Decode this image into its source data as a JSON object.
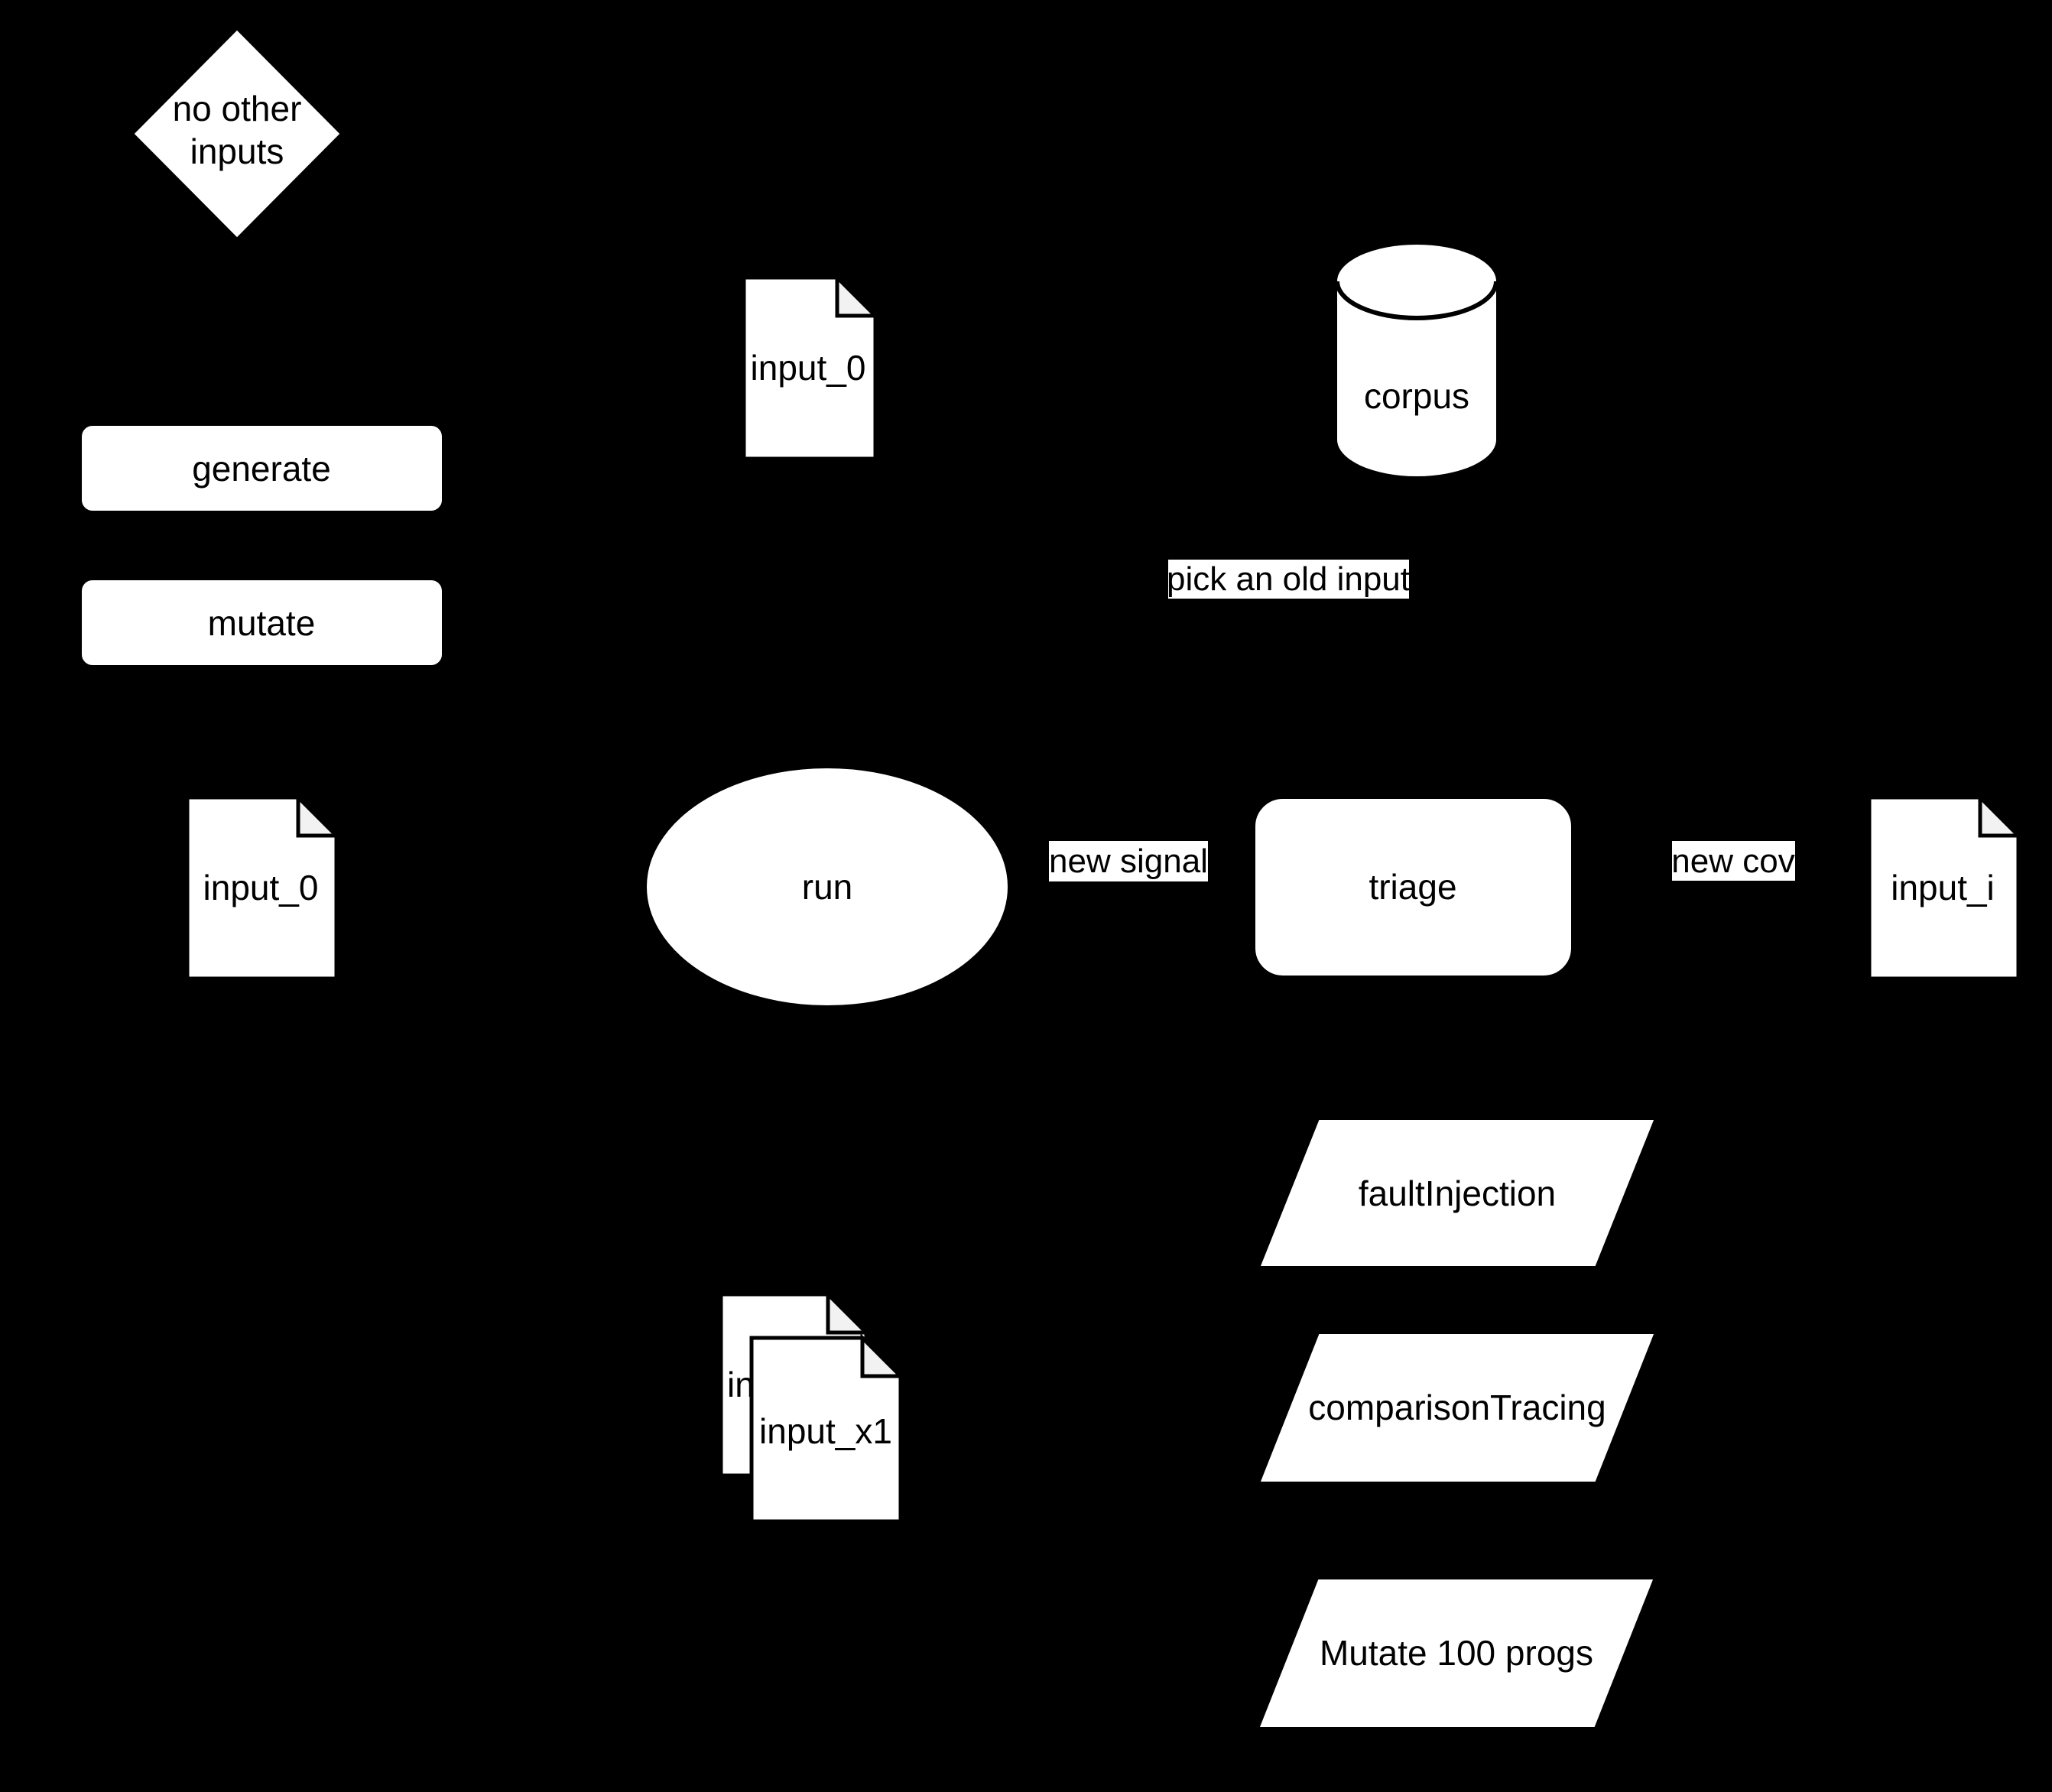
{
  "colors": {
    "background": "#000000",
    "node_fill": "#ffffff",
    "text": "#000000",
    "fold_fill": "#f2f2f2",
    "label_bg": "#ffffff"
  },
  "nodes": {
    "no_other_inputs": {
      "line1": "no other",
      "line2": "inputs"
    },
    "generate": {
      "label": "generate"
    },
    "mutate": {
      "label": "mutate"
    },
    "input_0_top": {
      "label": "input_0"
    },
    "corpus": {
      "label": "corpus"
    },
    "input_0_left": {
      "label": "input_0"
    },
    "run": {
      "label": "run"
    },
    "triage": {
      "label": "triage"
    },
    "input_i": {
      "label": "input_i"
    },
    "fault_injection": {
      "label": "faultInjection"
    },
    "comparison_tracing": {
      "label": "comparisonTracing"
    },
    "mutate_100_progs": {
      "label": "Mutate 100 progs"
    },
    "input_back": {
      "visible_label": "in"
    },
    "input_x1": {
      "label": "input_x1"
    }
  },
  "edge_labels": {
    "pick_an_old_input": "pick an old input",
    "new_signal": "new signal",
    "new_cov": "new cov"
  }
}
